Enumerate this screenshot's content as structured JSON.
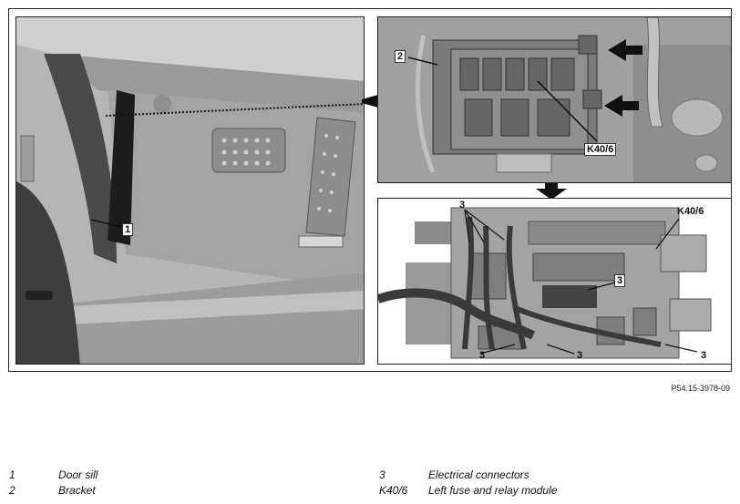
{
  "callouts": {
    "door_sill_num": "1",
    "bracket_num": "2",
    "connectors_num": "3",
    "module_code": "K40/6"
  },
  "figure_ref": "P54.15-3978-09",
  "legend": [
    {
      "key": "1",
      "text": "Door sill"
    },
    {
      "key": "2",
      "text": "Bracket"
    },
    {
      "key": "3",
      "text": "Electrical connectors"
    },
    {
      "key": "K40/6",
      "text": "Left fuse and relay module"
    }
  ],
  "colors": {
    "panel_bg": "#a9a9a9",
    "dark": "#3a3a3a",
    "line": "#111111"
  }
}
